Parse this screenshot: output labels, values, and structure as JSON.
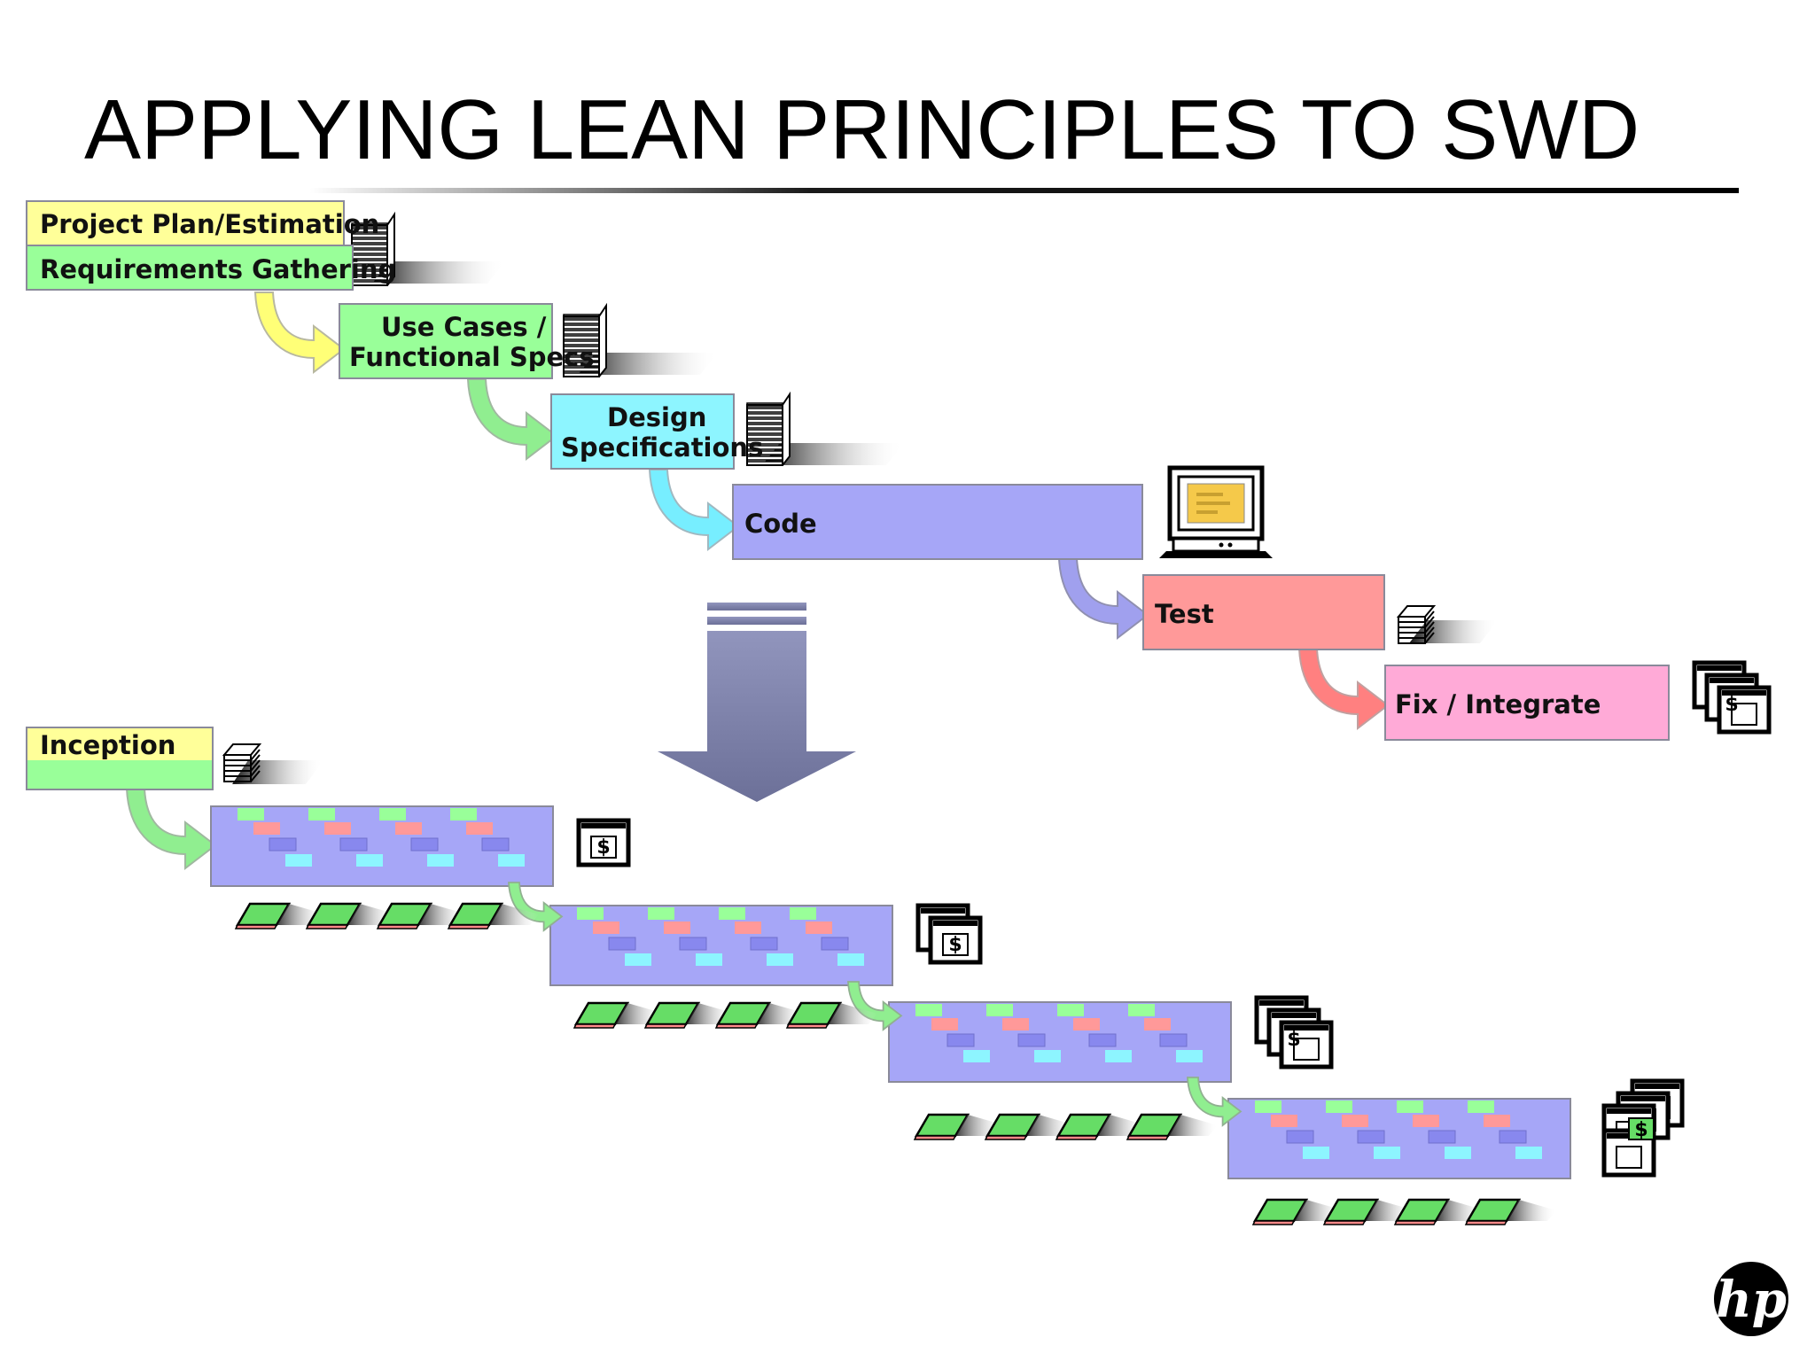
{
  "title": "APPLYING LEAN PRINCIPLES TO SWD",
  "waterfall": {
    "plan_label": "Project Plan/Estimation",
    "req_label": "Requirements Gathering",
    "usecase_line1": "Use Cases /",
    "usecase_line2": "Functional Specs",
    "design_line1": "Design",
    "design_line2": "Specifications",
    "code_label": "Code",
    "test_label": "Test",
    "fix_label": "Fix / Integrate"
  },
  "lean": {
    "inception_label": "Inception",
    "money_symbol": "$"
  },
  "logo": {
    "text": "hp"
  },
  "colors": {
    "yellow": "#ffff99",
    "green": "#99ff99",
    "cyan": "#8df5ff",
    "blue": "#a6a6f7",
    "red": "#ff9999",
    "pink": "#ffaad7",
    "big_arrow": "#7b7fa8"
  }
}
